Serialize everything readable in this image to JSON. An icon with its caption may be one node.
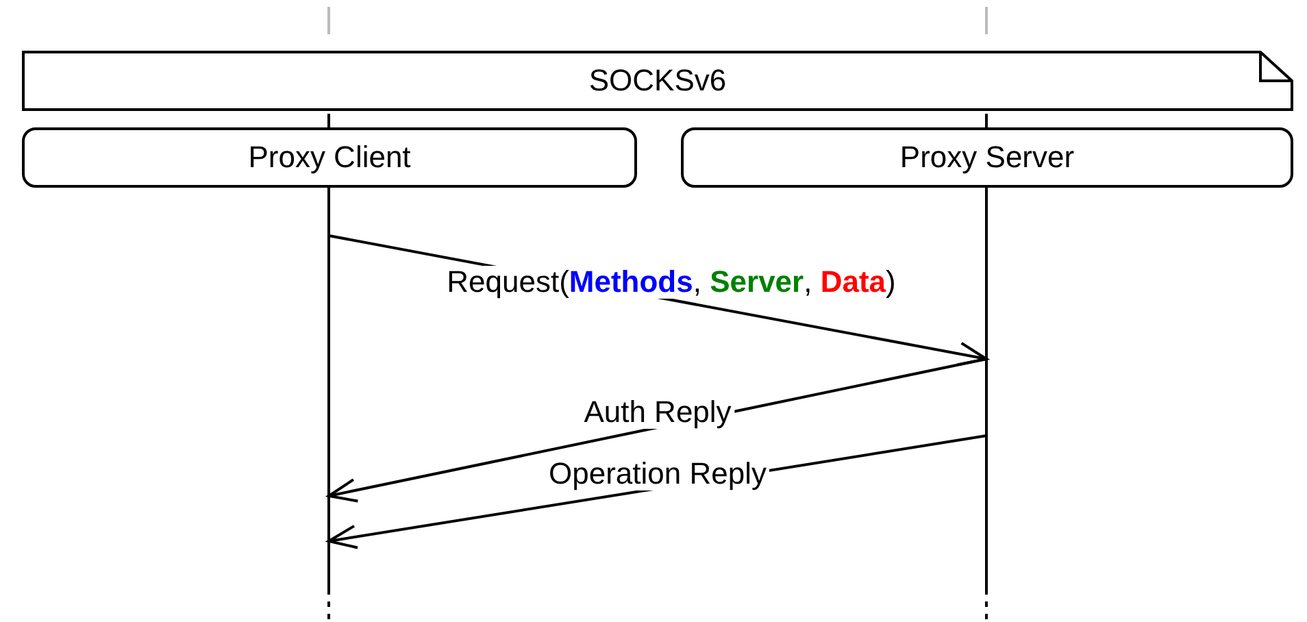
{
  "diagram": {
    "nodes": [
      {
        "text": [
          "SOCKSv6"
        ]
      },
      {
        "text": [
          "Proxy Client"
        ]
      },
      {
        "text": [
          "Proxy Server"
        ]
      }
    ],
    "edges": [
      {
        "from": 1,
        "to": 2,
        "arrow": "to",
        "label": "Request(**Methods**, **Server**, **Data**)"
      },
      {
        "from": 2,
        "to": 1,
        "arrow": "to",
        "label": "Auth Reply"
      },
      {
        "from": 2,
        "to": 1,
        "arrow": "to",
        "label": "Operation Reply"
      }
    ]
  }
}
